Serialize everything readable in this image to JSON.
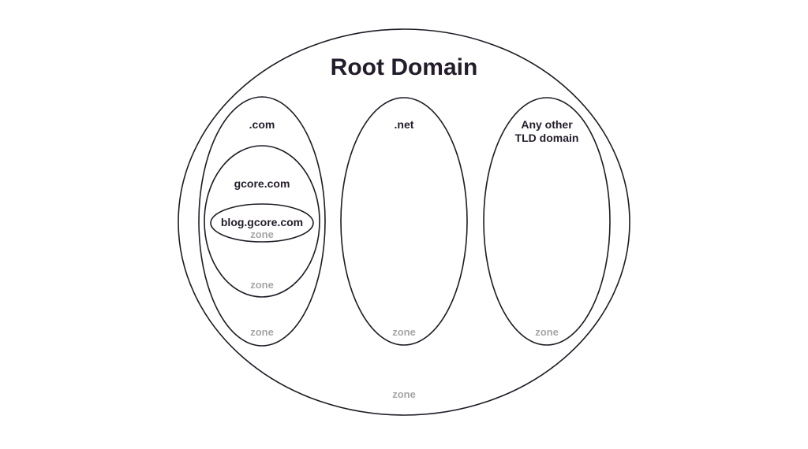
{
  "root": {
    "title": "Root Domain",
    "zone_label": "zone"
  },
  "tlds": [
    {
      "line1": ".com",
      "line2": "",
      "zone_label": "zone"
    },
    {
      "line1": ".net",
      "line2": "",
      "zone_label": "zone"
    },
    {
      "line1": "Any other",
      "line2": "TLD domain",
      "zone_label": "zone"
    }
  ],
  "second_level": {
    "label": "gcore.com",
    "zone_label": "zone"
  },
  "subdomain": {
    "label": "blog.gcore.com",
    "zone_label": "zone"
  },
  "colors": {
    "stroke": "#1f1a24",
    "text": "#231c2a",
    "zone_text": "#a6a6a6",
    "background": "#ffffff"
  }
}
